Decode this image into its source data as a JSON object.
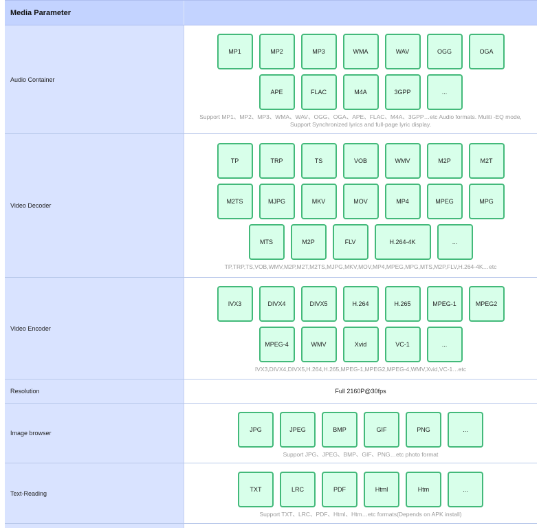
{
  "header": {
    "title": "Media Parameter"
  },
  "rows": [
    {
      "label": "Audio Container",
      "tag_rows": [
        [
          "MP1",
          "MP2",
          "MP3",
          "WMA",
          "WAV",
          "OGG",
          "OGA"
        ],
        [
          "APE",
          "FLAC",
          "M4A",
          "3GPP",
          "..."
        ]
      ],
      "note": "Support MP1、MP2、MP3、WMA、WAV、OGG、OGA、APE、FLAC、M4A、3GPP…etc Audio formats. Muliti -EQ mode, Support Synchronized lyrics and full-page lyric display."
    },
    {
      "label": "Video Decoder",
      "tag_rows": [
        [
          "TP",
          "TRP",
          "TS",
          "VOB",
          "WMV",
          "M2P",
          "M2T"
        ],
        [
          "M2TS",
          "MJPG",
          "MKV",
          "MOV",
          "MP4",
          "MPEG",
          "MPG"
        ],
        [
          "MTS",
          "M2P",
          "FLV",
          "H.264-4K",
          "..."
        ]
      ],
      "note": "TP,TRP,TS,VOB,WMV,M2P,M2T,M2TS,MJPG,MKV,MOV,MP4,MPEG,MPG,MTS,M2P,FLV,H.264-4K…etc"
    },
    {
      "label": "Video Encoder",
      "tag_rows": [
        [
          "IVX3",
          "DIVX4",
          "DIVX5",
          "H.264",
          "H.265",
          "MPEG-1",
          "MPEG2"
        ],
        [
          "MPEG-4",
          "WMV",
          "Xvid",
          "VC-1",
          "..."
        ]
      ],
      "note": "IVX3,DIVX4,DIVX5,H.264,H.265,MPEG-1,MPEG2,MPEG-4,WMV,Xvid,VC-1…etc"
    },
    {
      "label": "Resolution",
      "value": "Full 2160P@30fps"
    },
    {
      "label": "Image browser",
      "tag_rows": [
        [
          "JPG",
          "JPEG",
          "BMP",
          "GIF",
          "PNG",
          "..."
        ]
      ],
      "note": "Support JPG、JPEG、BMP、GIF、PNG…etc photo format"
    },
    {
      "label": "Text-Reading",
      "tag_rows": [
        [
          "TXT",
          "LRC",
          "PDF",
          "Html",
          "Htm",
          "..."
        ]
      ],
      "note": "Support TXT、LRC、PDF、Html、Htm…etc formats(Depends on APK install)"
    }
  ]
}
